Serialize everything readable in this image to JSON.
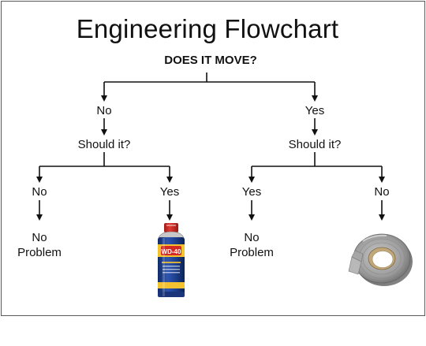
{
  "diagram": {
    "title": "Engineering Flowchart",
    "root_question": "DOES IT MOVE?",
    "left_branch": {
      "answer": "No",
      "question": "Should it?",
      "left": {
        "answer": "No",
        "result": [
          "No",
          "Problem"
        ]
      },
      "right": {
        "answer": "Yes",
        "result_image": "wd-40-can",
        "can_label": "WD-40"
      }
    },
    "right_branch": {
      "answer": "Yes",
      "question": "Should it?",
      "left": {
        "answer": "Yes",
        "result": [
          "No",
          "Problem"
        ]
      },
      "right": {
        "answer": "No",
        "result_image": "duct-tape-roll"
      }
    }
  },
  "colors": {
    "border": "#5a5a5a",
    "lines": "#111111",
    "can_blue": "#1f3f8f",
    "can_yellow": "#f2c230",
    "can_red": "#d42a24",
    "tape_grey": "#9a9a9a"
  }
}
